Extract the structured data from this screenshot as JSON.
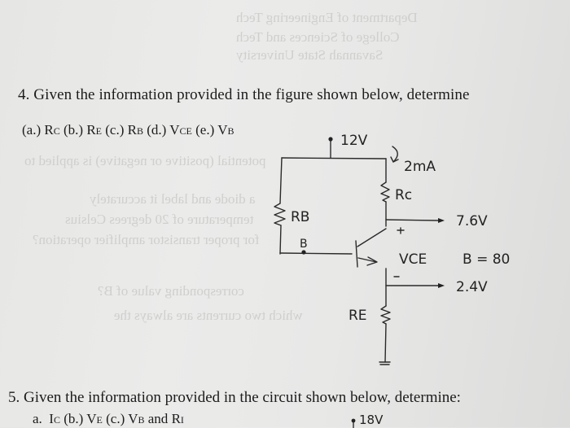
{
  "question4": {
    "title": "4. Given the information provided in the figure shown below, determine",
    "parts": [
      {
        "label": "(a.)",
        "var": "R",
        "sub": "C"
      },
      {
        "label": "(b.)",
        "var": "R",
        "sub": "E"
      },
      {
        "label": "(c.)",
        "var": "R",
        "sub": "B"
      },
      {
        "label": "(d.)",
        "var": "V",
        "sub": "CE"
      },
      {
        "label": "(e.)",
        "var": "V",
        "sub": "B"
      }
    ]
  },
  "circuit": {
    "supply_voltage": "12V",
    "collector_current": "2mA",
    "rc_label": "Rc",
    "rb_label": "RB",
    "re_label": "RE",
    "base_node_label": "B",
    "collector_voltage": "7.6V",
    "emitter_voltage": "2.4V",
    "vce_label": "VCE",
    "beta": "B = 80",
    "plus_sign": "+",
    "minus_sign": "-"
  },
  "question5": {
    "title": "5. Given the information provided in the circuit shown below, determine:",
    "parts_prefix": "a.",
    "parts": [
      {
        "label": "",
        "var": "I",
        "sub": "C"
      },
      {
        "label": "(b.)",
        "var": "V",
        "sub": "E"
      },
      {
        "label": "(c.)",
        "var": "V",
        "sub": "B"
      }
    ],
    "parts_suffix": "and",
    "last_var": "R",
    "last_sub": "I",
    "supply_voltage": "18V"
  }
}
